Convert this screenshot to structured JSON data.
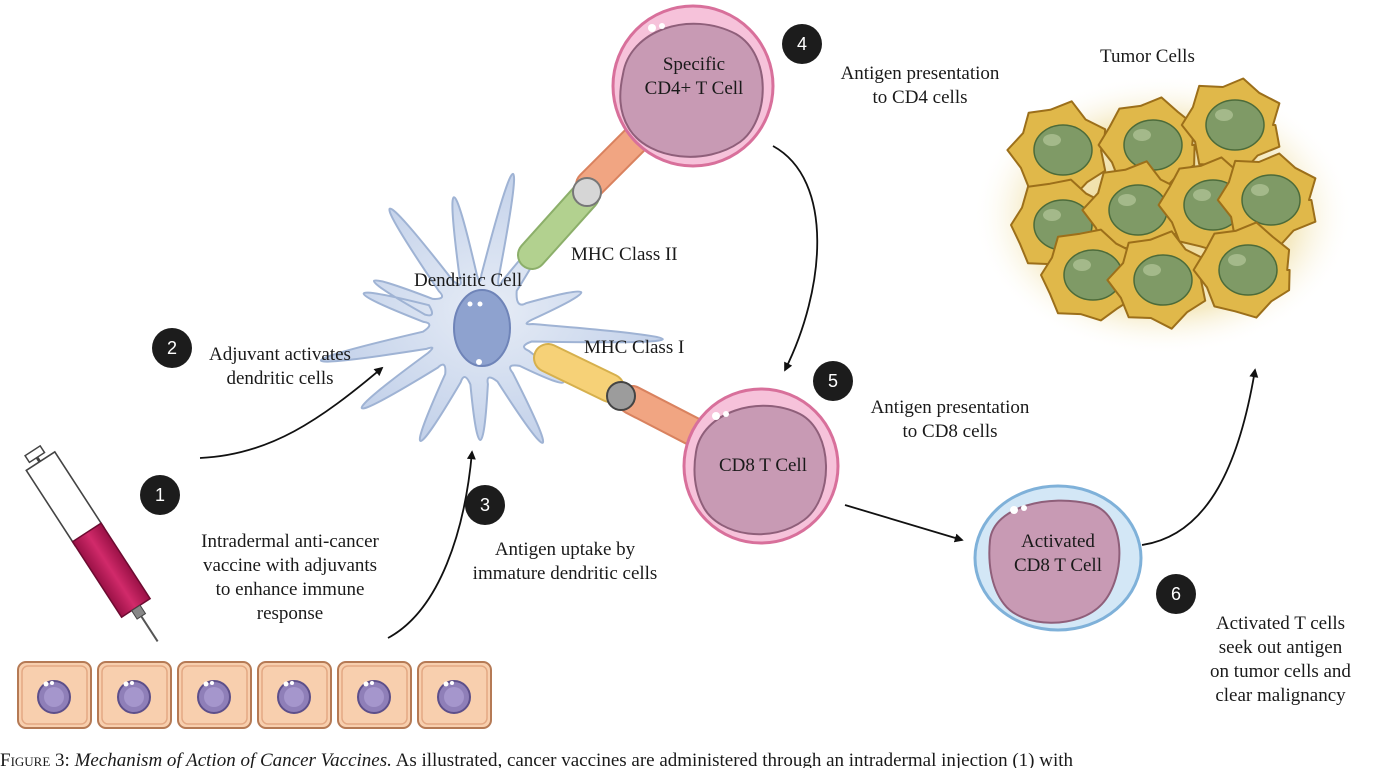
{
  "colors": {
    "badge": "#1c1c1c",
    "dendritic_cell": "#c9d6ea",
    "t_cell_membrane": "#f3b9d3",
    "t_cell_nucleus": "#c79bb5",
    "activated_membrane": "#b9d7ef",
    "tumor": "#e0b84a",
    "tumor_nucleus": "#7f9a66",
    "syringe_barrel": "#c0215f",
    "skin_cell": "#f8cfae"
  },
  "labels": {
    "tumor_cells": "Tumor Cells",
    "specific_cd4_line1": "Specific",
    "specific_cd4_line2": "CD4+ T Cell",
    "cd8_t_cell": "CD8 T Cell",
    "activated_line1": "Activated",
    "activated_line2": "CD8 T Cell",
    "dendritic_cell": "Dendritic Cell",
    "mhc_class_ii": "MHC Class II",
    "mhc_class_i": "MHC Class I"
  },
  "steps": [
    {
      "number": "1",
      "lines": [
        "Intradermal anti-cancer",
        "vaccine with adjuvants",
        "to enhance immune",
        "response"
      ]
    },
    {
      "number": "2",
      "lines": [
        "Adjuvant activates",
        "dendritic cells"
      ]
    },
    {
      "number": "3",
      "lines": [
        "Antigen uptake by",
        "immature dendritic cells"
      ]
    },
    {
      "number": "4",
      "lines": [
        "Antigen presentation",
        "to CD4 cells"
      ]
    },
    {
      "number": "5",
      "lines": [
        "Antigen presentation",
        "to CD8 cells"
      ]
    },
    {
      "number": "6",
      "lines": [
        "Activated T cells",
        "seek out antigen",
        "on tumor cells and",
        "clear malignancy"
      ]
    }
  ],
  "caption": {
    "label": "Figure 3:",
    "title": "Mechanism of Action of Cancer Vaccines.",
    "text": "As illustrated, cancer vaccines are administered through an intradermal injection (1) with"
  }
}
